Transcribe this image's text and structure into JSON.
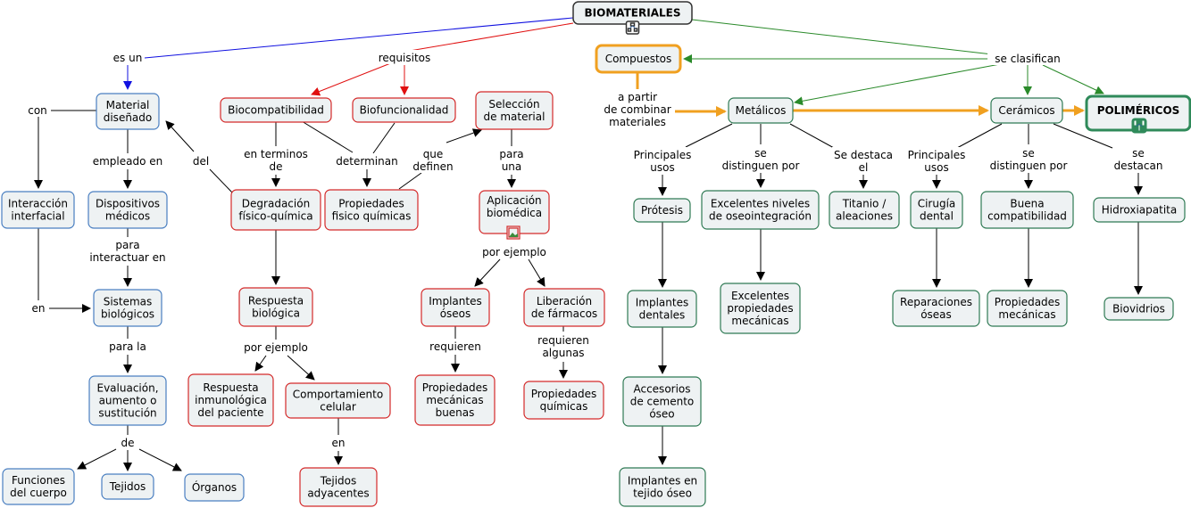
{
  "nodes": {
    "biomateriales": [
      "BIOMATERIALES"
    ],
    "material": [
      "Material",
      "diseñado"
    ],
    "interaccion": [
      "Interacción",
      "interfacial"
    ],
    "dispositivos": [
      "Dispositivos",
      "médicos"
    ],
    "sistemas": [
      "Sistemas",
      "biológicos"
    ],
    "evaluacion": [
      "Evaluación,",
      "aumento o",
      "sustitución"
    ],
    "funciones": [
      "Funciones",
      "del cuerpo"
    ],
    "tejidos": [
      "Tejidos"
    ],
    "organos": [
      "Órganos"
    ],
    "biocompat": [
      "Biocompatibilidad"
    ],
    "biofunc": [
      "Biofuncionalidad"
    ],
    "degradacion": [
      "Degradación",
      "físico-química"
    ],
    "propfis": [
      "Propiedades",
      "fisico químicas"
    ],
    "respuesta": [
      "Respuesta",
      "biológica"
    ],
    "respinmuno": [
      "Respuesta",
      "inmunológica",
      "del paciente"
    ],
    "comportamiento": [
      "Comportamiento",
      "celular"
    ],
    "tejadyac": [
      "Tejidos",
      "adyacentes"
    ],
    "seleccion": [
      "Selección",
      "de material"
    ],
    "aplicacion": [
      "Aplicación",
      "biomédica"
    ],
    "implantes": [
      "Implantes",
      "óseos"
    ],
    "liberacion": [
      "Liberación",
      "de fármacos"
    ],
    "propmecbuenas": [
      "Propiedades",
      "mecánicas",
      "buenas"
    ],
    "propquim": [
      "Propiedades",
      "químicas"
    ],
    "compuestos": [
      "Compuestos"
    ],
    "metalicos": [
      "Metálicos"
    ],
    "ceramicos": [
      "Cerámicos"
    ],
    "polimericos": [
      "POLIMÉRICOS"
    ],
    "protesis": [
      "Prótesis"
    ],
    "impdentales": [
      "Implantes",
      "dentales"
    ],
    "accesorios": [
      "Accesorios",
      "de cemento",
      "óseo"
    ],
    "imptejido": [
      "Implantes en",
      "tejido óseo"
    ],
    "excoseo": [
      "Excelentes niveles",
      "de oseointegración"
    ],
    "excmec": [
      "Excelentes",
      "propiedades",
      "mecánicas"
    ],
    "titanio": [
      "Titanio /",
      "aleaciones"
    ],
    "cirugia": [
      "Cirugía",
      "dental"
    ],
    "reparaciones": [
      "Reparaciones",
      "óseas"
    ],
    "buenacomp": [
      "Buena",
      "compatibilidad"
    ],
    "propmec2": [
      "Propiedades",
      "mecánicas"
    ],
    "hidroxi": [
      "Hidroxiapatita"
    ],
    "biovidrios": [
      "Biovidrios"
    ]
  },
  "links": {
    "esun": [
      "es un"
    ],
    "requisitos": [
      "requisitos"
    ],
    "seclasifican": [
      "se clasifican"
    ],
    "con": [
      "con"
    ],
    "empleado": [
      "empleado en"
    ],
    "del": [
      "del"
    ],
    "para": [
      "para",
      "interactuar en"
    ],
    "en1": [
      "en"
    ],
    "parala": [
      "para la"
    ],
    "de": [
      "de"
    ],
    "enterminos": [
      "en terminos",
      "de"
    ],
    "determinan": [
      "determinan"
    ],
    "quedefinen": [
      "que",
      "definen"
    ],
    "parauna": [
      "para",
      "una"
    ],
    "porejemplo1": [
      "por ejemplo"
    ],
    "porejemplo2": [
      "por ejemplo"
    ],
    "en2": [
      "en"
    ],
    "requieren": [
      "requieren"
    ],
    "requierenalg": [
      "requieren",
      "algunas"
    ],
    "apartir": [
      "a partir",
      "de combinar",
      "materiales"
    ],
    "principales1": [
      "Principales",
      "usos"
    ],
    "sedistinguen1": [
      "se",
      "distinguen por"
    ],
    "sedestaca1": [
      "Se destaca",
      "el"
    ],
    "principales2": [
      "Principales",
      "usos"
    ],
    "sedistinguen2": [
      "se",
      "distinguen por"
    ],
    "sedestacan": [
      "se",
      "destacan"
    ]
  }
}
